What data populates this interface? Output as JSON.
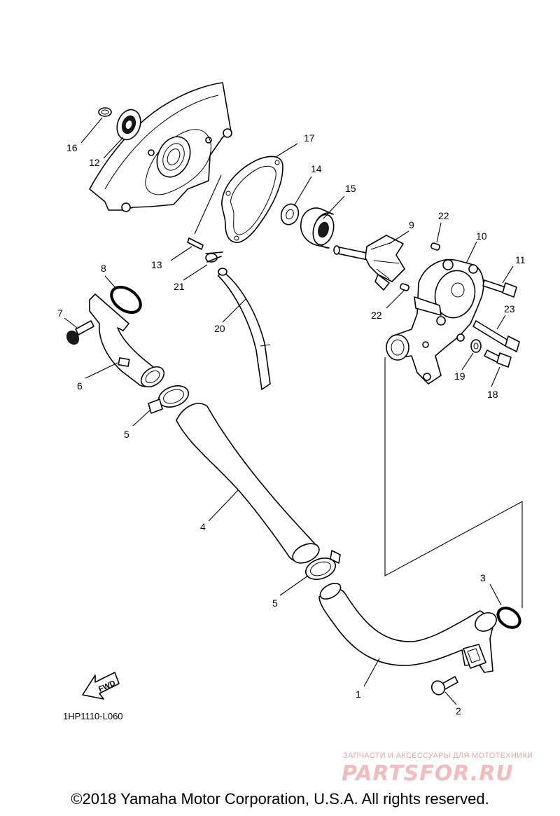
{
  "diagram": {
    "code": "1HP1110-L060",
    "fwd_label": "FWD",
    "callouts": {
      "c1": "1",
      "c2": "2",
      "c3": "3",
      "c4": "4",
      "c5a": "5",
      "c5b": "5",
      "c6": "6",
      "c7": "7",
      "c8": "8",
      "c9": "9",
      "c10": "10",
      "c11": "11",
      "c12": "12",
      "c13": "13",
      "c14": "14",
      "c15": "15",
      "c16": "16",
      "c17": "17",
      "c18": "18",
      "c19": "19",
      "c20": "20",
      "c21": "21",
      "c22a": "22",
      "c22b": "22",
      "c23": "23"
    }
  },
  "watermark": {
    "tagline": "ЗАПЧАСТИ И АКСЕССУАРЫ ДЛЯ МОТОТЕХНИКИ",
    "brand": "PARTSFOR.RU",
    "color": "#f3bcbc"
  },
  "footer": {
    "copyright": "©2018 Yamaha Motor Corporation, U.S.A. All rights reserved."
  }
}
